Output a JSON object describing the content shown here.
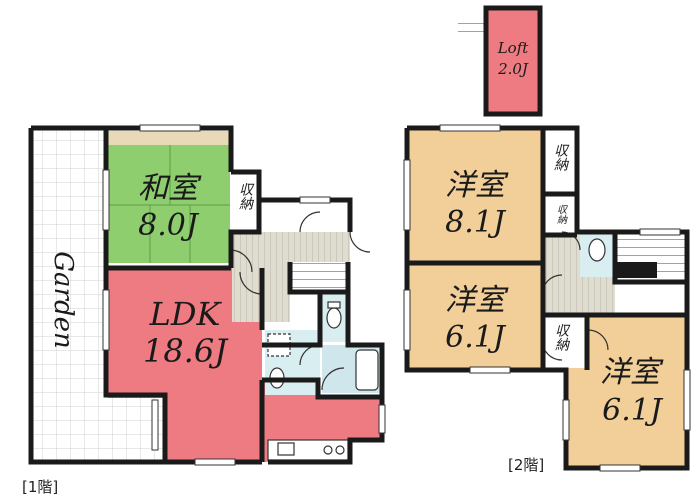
{
  "floors": [
    {
      "label": "[1階]"
    },
    {
      "label": "[2階]"
    }
  ],
  "rooms": {
    "washitsu": {
      "name": "和室",
      "size": "8.0J",
      "color": "#8fce6e"
    },
    "ldk": {
      "name": "LDK",
      "size": "18.6J",
      "color": "#ef7b82"
    },
    "garden": {
      "name": "Garden"
    },
    "storage_1f": {
      "name": "収納"
    },
    "yoshitsu_1": {
      "name": "洋室",
      "size": "8.1J",
      "color": "#f2cf99"
    },
    "yoshitsu_2": {
      "name": "洋室",
      "size": "6.1J",
      "color": "#f2cf99"
    },
    "yoshitsu_3": {
      "name": "洋室",
      "size": "6.1J",
      "color": "#f2cf99"
    },
    "storage_2f_a": {
      "name": "収納"
    },
    "storage_2f_b": {
      "name": "収納"
    },
    "storage_2f_c": {
      "name": "収納"
    },
    "loft": {
      "name": "Loft",
      "size": "2.0J",
      "color": "#ef7b82"
    }
  }
}
